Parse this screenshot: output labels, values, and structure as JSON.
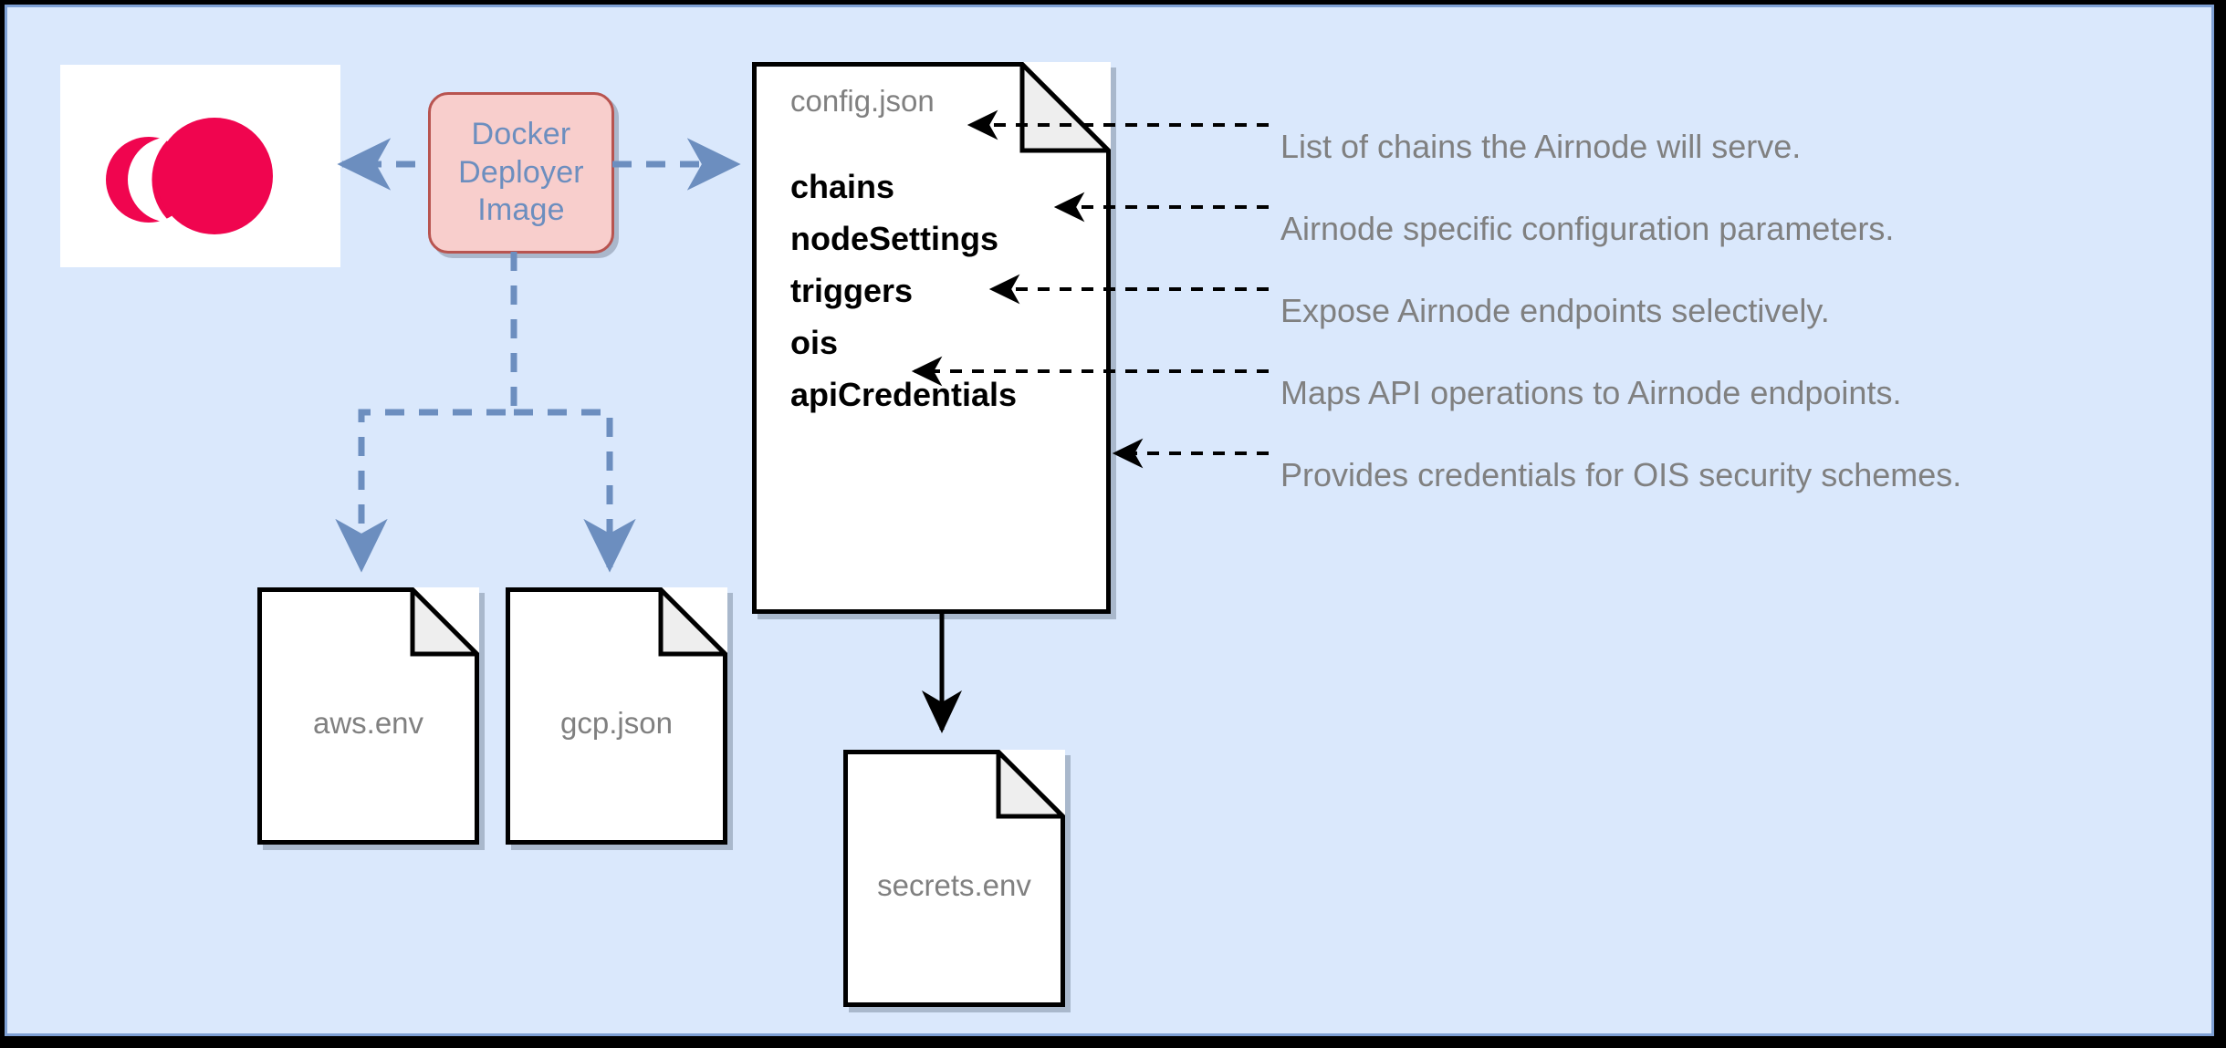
{
  "diagram": {
    "title": "Airnode Docker deployer configuration files",
    "background_color": "#dae8fc",
    "frame_color": "#000000",
    "inner_border_color": "#7ea0d4"
  },
  "logo": {
    "name": "api3-logo",
    "alt": "API3 logo",
    "tile_background": "#ffffff",
    "mark_color": "#F0054F"
  },
  "docker_node": {
    "label_line1": "Docker",
    "label_line2": "Deployer",
    "label_line3": "Image",
    "fill": "#f8cecc",
    "stroke": "#b85450",
    "text_color": "#6c8ebf"
  },
  "config_document": {
    "title": "config.json",
    "keys": [
      {
        "name": "chains"
      },
      {
        "name": "nodeSettings"
      },
      {
        "name": "triggers"
      },
      {
        "name": "ois"
      },
      {
        "name": "apiCredentials"
      }
    ]
  },
  "annotations": [
    "List of chains the Airnode will serve.",
    "Airnode specific configuration parameters.",
    "Expose Airnode endpoints selectively.",
    "Maps API operations to Airnode endpoints.",
    "Provides credentials for OIS security schemes."
  ],
  "output_documents": [
    {
      "title": "aws.env"
    },
    {
      "title": "gcp.json"
    },
    {
      "title": "secrets.env"
    }
  ],
  "connector_colors": {
    "dashed_blue": "#6c8ebf",
    "solid_black": "#000000",
    "annotation_dash": "#000000"
  }
}
